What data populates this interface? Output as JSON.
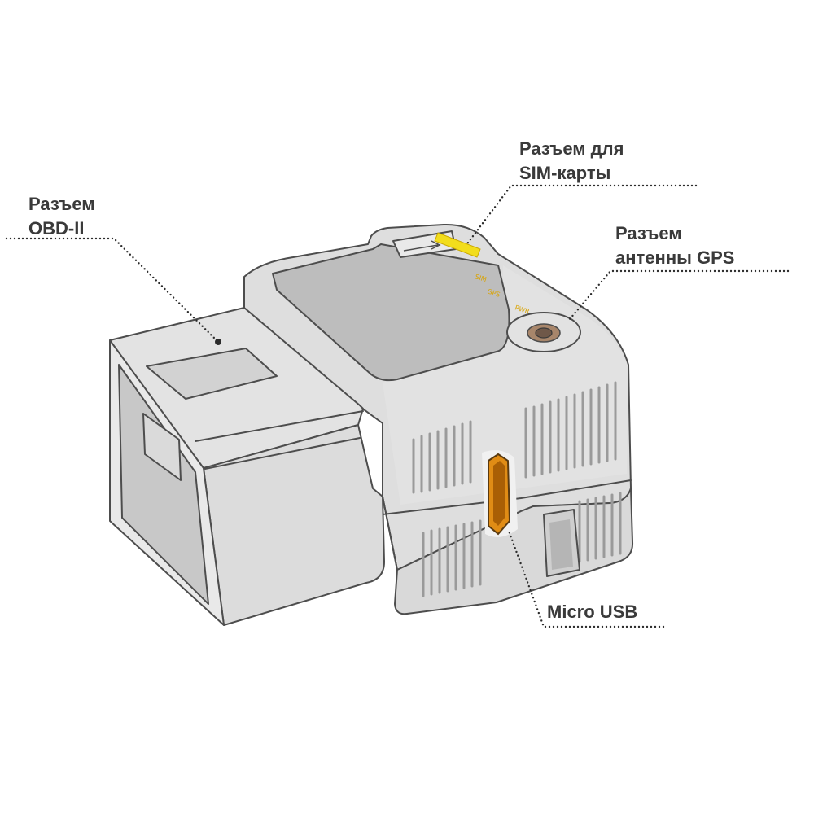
{
  "labels": {
    "obd": {
      "line1": "Разъем",
      "line2": "OBD-II"
    },
    "sim": {
      "line1": "Разъем для",
      "line2": "SIM-карты"
    },
    "gps": {
      "line1": "Разъем",
      "line2": "антенны GPS"
    },
    "usb": {
      "line1": "Micro USB"
    }
  },
  "colors": {
    "body": "#dedede",
    "top_panel": "#bdbdbd",
    "outline": "#4d4d4d",
    "sim_slot": "#f2dd1c",
    "usb_port": "#e08c15",
    "leader": "#2b2b2b",
    "text": "#3a3a3a"
  },
  "icons": [
    "obd-ii-connector",
    "sim-card-slot",
    "gps-antenna-port",
    "micro-usb-port"
  ]
}
